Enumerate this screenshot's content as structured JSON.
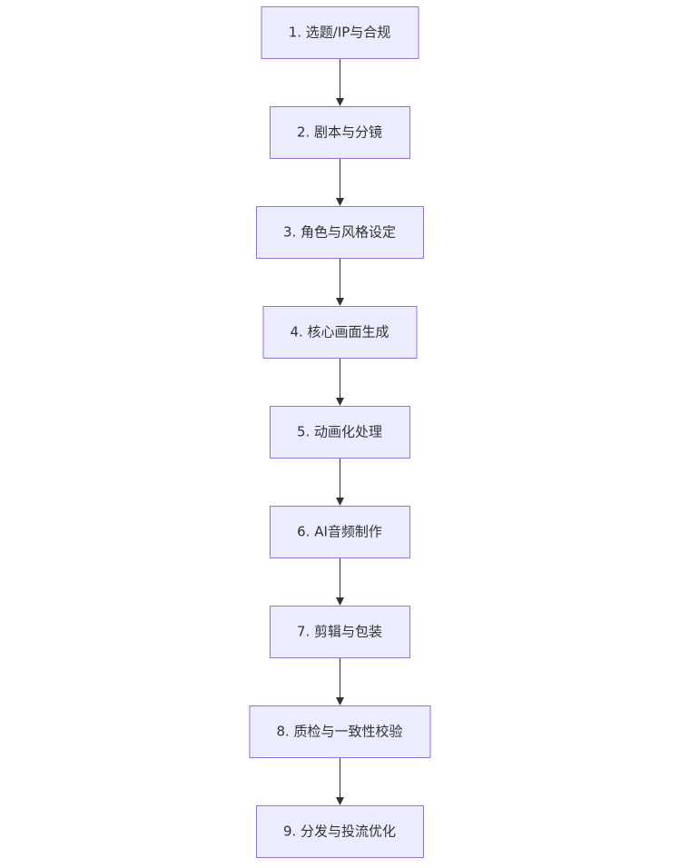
{
  "flowchart": {
    "steps": [
      {
        "label": "1. 选题/IP与合规"
      },
      {
        "label": "2. 剧本与分镜"
      },
      {
        "label": "3. 角色与风格设定"
      },
      {
        "label": "4. 核心画面生成"
      },
      {
        "label": "5. 动画化处理"
      },
      {
        "label": "6. AI音频制作"
      },
      {
        "label": "7. 剪辑与包装"
      },
      {
        "label": "8. 质检与一致性校验"
      },
      {
        "label": "9. 分发与投流优化"
      }
    ]
  },
  "colors": {
    "node_fill": "#ececff",
    "node_border": "#9370db",
    "text": "#333333",
    "arrow": "#333333",
    "background": "#ffffff"
  }
}
